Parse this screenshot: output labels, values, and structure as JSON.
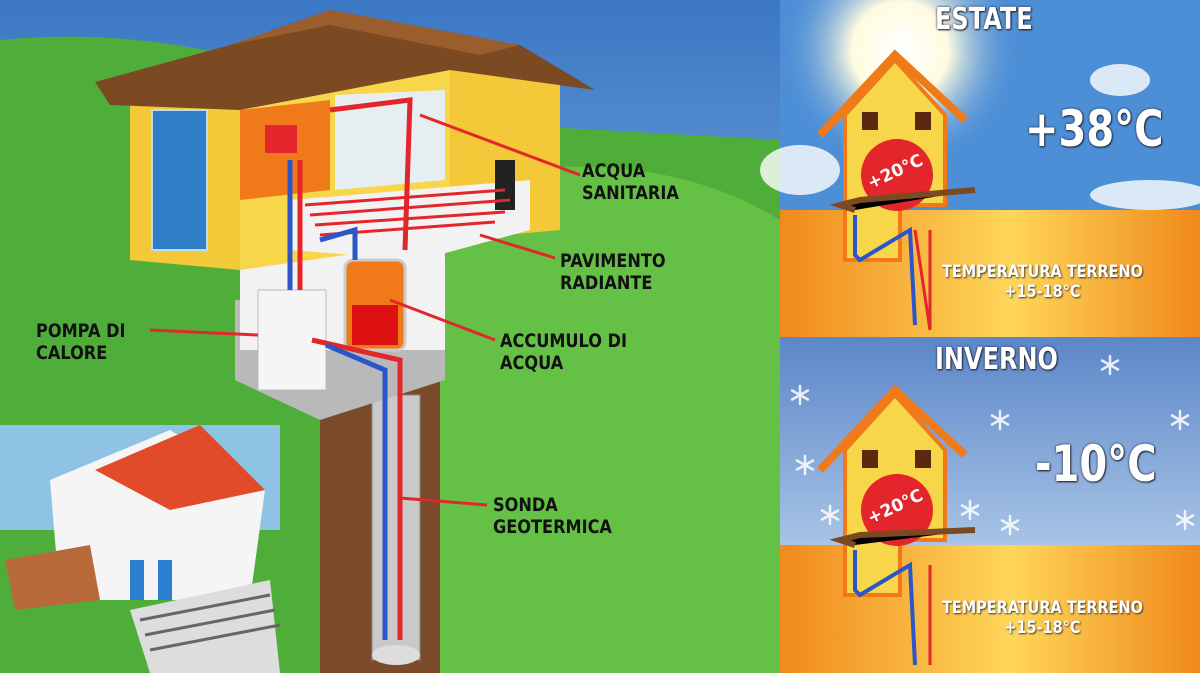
{
  "labels": {
    "acqua_sanitaria": [
      "ACQUA",
      "SANITARIA"
    ],
    "pavimento_radiante": [
      "PAVIMENTO",
      "RADIANTE"
    ],
    "pompa_di_calore": [
      "POMPA DI",
      "CALORE"
    ],
    "accumulo_di_acqua": [
      "ACCUMULO DI",
      "ACQUA"
    ],
    "sonda_geotermica": [
      "SONDA",
      "GEOTERMICA"
    ]
  },
  "summer": {
    "title": "ESTATE",
    "outside_temp": "+38°C",
    "inside_temp": "+20°C",
    "ground_label": "TEMPERATURA TERRENO",
    "ground_temp": "+15-18°C"
  },
  "winter": {
    "title": "INVERNO",
    "outside_temp": "-10°C",
    "inside_temp": "+20°C",
    "ground_label": "TEMPERATURA TERRENO",
    "ground_temp": "+15-18°C"
  },
  "colors": {
    "hot_pipe": "#e3262b",
    "cold_pipe": "#2b55c8",
    "ground": "#f08a1c",
    "grass": "#4fae3a"
  }
}
